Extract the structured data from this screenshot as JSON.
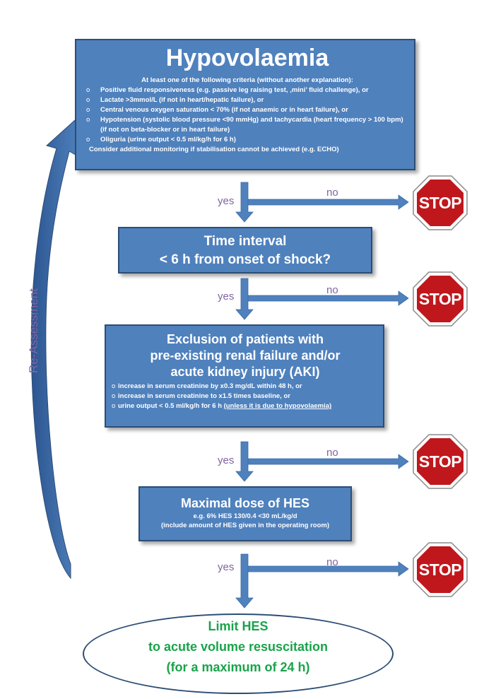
{
  "hypovolaemia": {
    "title": "Hypovolaemia",
    "intro": "At least one of the following criteria (without another explanation):",
    "criteria": [
      "Positive fluid responsiveness (e.g. passive leg raising test, ‚mini’ fluid challenge), or",
      "Lactate >3mmol/L  (if not in heart/hepatic failure), or",
      "Central venous oxygen saturation < 70% (if not anaemic or in heart failure), or",
      "Hypotension (systolic blood pressure <90 mmHg) and tachycardia (heart frequency > 100 bpm) (if not on beta-blocker or in heart failure)",
      "Oliguria (urine output < 0.5 ml/kg/h for 6 h)"
    ],
    "footer": "Consider additional monitoring if stabilisation cannot be achieved (e.g. ECHO)"
  },
  "time_interval": {
    "line1": "Time interval",
    "line2": "< 6 h from onset of shock?"
  },
  "exclusion": {
    "line1": "Exclusion of patients with",
    "line2": "pre-existing renal failure and/or",
    "line3": "acute kidney injury (AKI)",
    "items": [
      "increase in serum creatinine by x0.3 mg/dL within 48 h, or",
      "increase in serum creatinine to x1.5 times baseline, or",
      "urine output < 0.5 ml/kg/h for 6 h "
    ],
    "underlined_note": "(unless it is due to hypovolaemia)"
  },
  "max_dose": {
    "title": "Maximal dose of HES",
    "line1": "e.g. 6% HES 130/0.4 <30 mL/kg/d",
    "line2": "(include amount of HES given in the operating room)"
  },
  "final": {
    "line1": "Limit HES",
    "line2": "to acute volume resuscitation",
    "line3": "(for a maximum of 24 h)"
  },
  "labels": {
    "yes": "yes",
    "no": "no",
    "stop": "STOP",
    "reassessment": "Re-Assessment",
    "bullet": "o"
  },
  "colors": {
    "box_fill": "#4f81bd",
    "box_border": "#2c4d75",
    "arrow": "#4f81bd",
    "label_purple": "#8064a2",
    "stop_red": "#c0171d",
    "final_text_green": "#1aa34a"
  }
}
